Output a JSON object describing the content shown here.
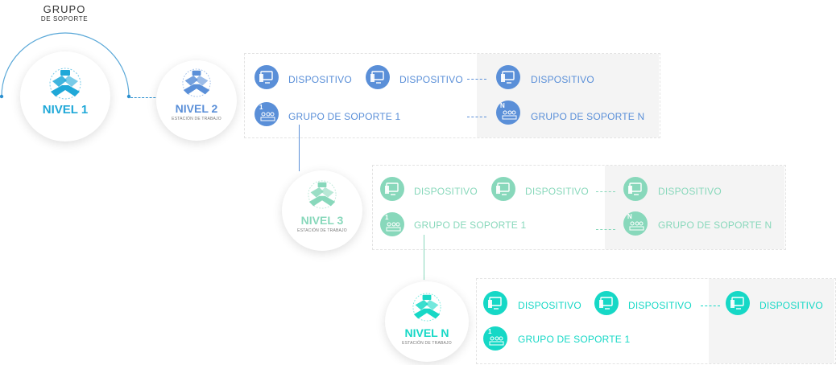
{
  "header": {
    "title": "GRUPO",
    "subtitle": "DE SOPORTE"
  },
  "colors": {
    "blue": "#5a8fd8",
    "green": "#88d8bb",
    "teal": "#16d8c6"
  },
  "levels": [
    {
      "label": "NIVEL 1",
      "sub": ""
    },
    {
      "label": "NIVEL 2",
      "sub": "ESTACIÓN DE TRABAJO"
    },
    {
      "label": "NIVEL 3",
      "sub": "ESTACIÓN DE TRABAJO"
    },
    {
      "label": "NIVEL N",
      "sub": "ESTACIÓN DE TRABAJO"
    }
  ],
  "level2": {
    "device_a": "DISPOSITIVO",
    "device_b": "DISPOSITIVO",
    "device_n": "DISPOSITIVO",
    "group_1": "GRUPO DE SOPORTE 1",
    "group_n": "GRUPO DE SOPORTE N"
  },
  "level3": {
    "device_a": "DISPOSITIVO",
    "device_b": "DISPOSITIVO",
    "device_n": "DISPOSITIVO",
    "group_1": "GRUPO DE SOPORTE 1",
    "group_n": "GRUPO DE SOPORTE N"
  },
  "levelN": {
    "device_a": "DISPOSITIVO",
    "device_b": "DISPOSITIVO",
    "device_n": "DISPOSITIVO",
    "group_1": "GRUPO DE SOPORTE 1"
  },
  "badges": {
    "one": "1",
    "n": "N"
  }
}
